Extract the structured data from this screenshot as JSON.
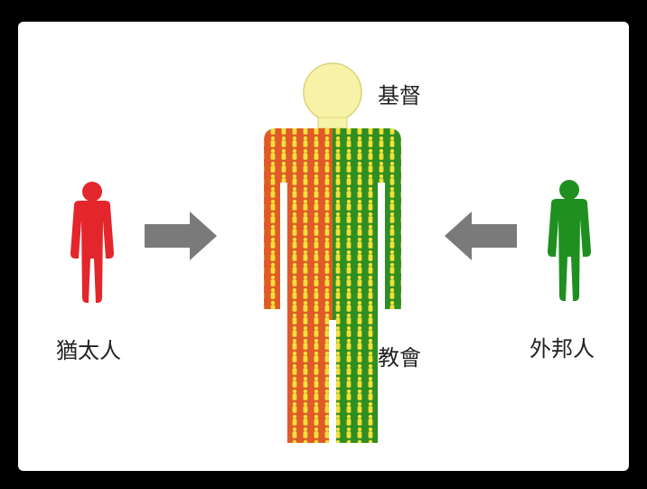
{
  "labels": {
    "christ": "基督",
    "jews": "猶太人",
    "church": "教會",
    "gentiles": "外邦人"
  },
  "colors": {
    "jews": "#e3262b",
    "gentiles": "#1f8f1f",
    "church_left": "#e05a28",
    "church_right": "#2f8e22",
    "head": "#f6f3a6",
    "arrow": "#7a7a7a",
    "pattern": "#f2e03a"
  },
  "icons": [
    "jew-figure-icon",
    "gentile-figure-icon",
    "arrow-right-icon",
    "arrow-left-icon",
    "church-body-figure-icon",
    "christ-head-icon"
  ]
}
